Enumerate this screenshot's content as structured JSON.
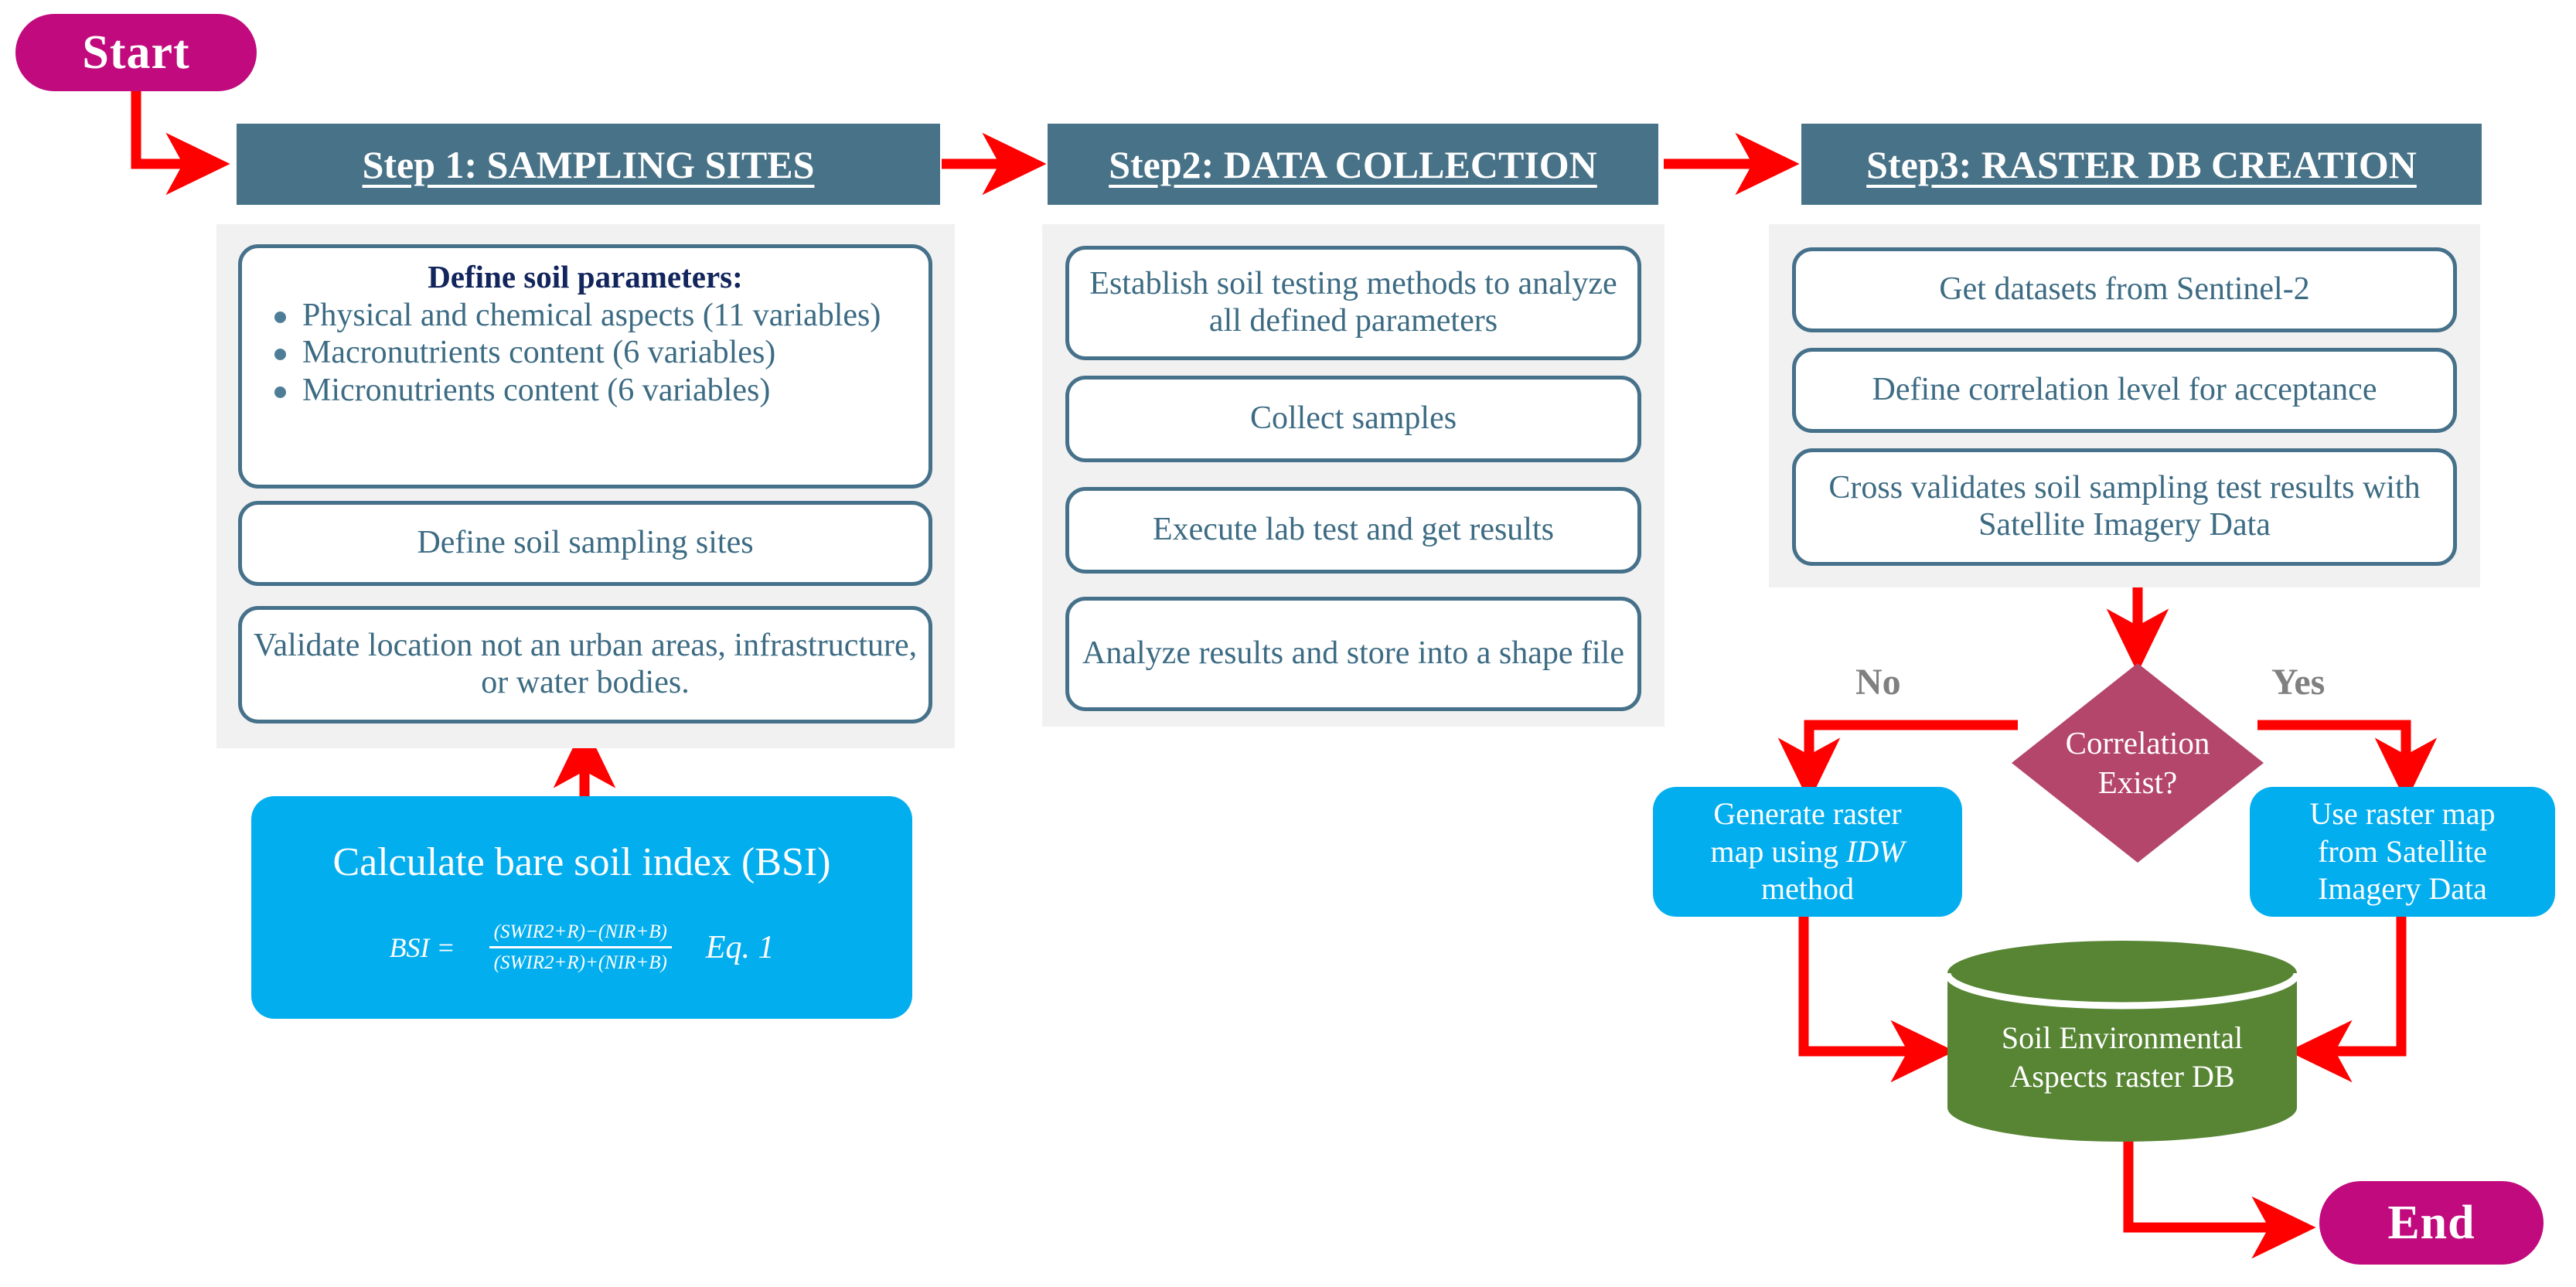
{
  "diagram": {
    "title": "Soil environmental aspects raster database workflow",
    "colors": {
      "terminator": "#C10A7D",
      "step_header": "#477287",
      "panel_bg": "#F1F1F1",
      "box_border": "#46718A",
      "box_text": "#3C6B83",
      "bullet_title": "#12255C",
      "process_blue": "#03AEEF",
      "decision_magenta": "#B4456B",
      "database_green": "#578534",
      "arrow_red": "#FE0000",
      "branch_label": "#808080"
    }
  },
  "start_node": {
    "label": "Start"
  },
  "end_node": {
    "label": "End"
  },
  "steps": [
    {
      "header": "Step 1: SAMPLING SITES",
      "boxes": [
        {
          "kind": "bullet-list",
          "title": "Define soil parameters:",
          "items": [
            "Physical and chemical aspects (11 variables)",
            "Macronutrients content (6 variables)",
            "Micronutrients content (6 variables)"
          ]
        },
        {
          "kind": "plain",
          "text": "Define soil sampling sites"
        },
        {
          "kind": "plain",
          "text": "Validate location not an urban areas, infrastructure, or water bodies."
        }
      ]
    },
    {
      "header": "Step2: DATA COLLECTION",
      "boxes": [
        {
          "kind": "plain",
          "text": "Establish soil testing methods to analyze all defined parameters"
        },
        {
          "kind": "plain",
          "text": "Collect samples"
        },
        {
          "kind": "plain",
          "text": "Execute lab test and get results"
        },
        {
          "kind": "plain",
          "text": "Analyze results and store into a shape file"
        }
      ]
    },
    {
      "header": "Step3: RASTER DB CREATION",
      "boxes": [
        {
          "kind": "plain",
          "text": "Get datasets from Sentinel-2"
        },
        {
          "kind": "plain",
          "text": "Define correlation level for acceptance"
        },
        {
          "kind": "plain",
          "text": "Cross validates soil sampling test results with Satellite Imagery Data"
        }
      ]
    }
  ],
  "bsi_box": {
    "title": "Calculate bare soil index (BSI)",
    "equation_lhs": "BSI =",
    "numerator": "(SWIR2+R)−(NIR+B)",
    "denominator": "(SWIR2+R)+(NIR+B)",
    "equation_number": "Eq. 1"
  },
  "decision": {
    "line1": "Correlation",
    "line2": "Exist?",
    "branch_no": "No",
    "branch_yes": "Yes"
  },
  "branch_boxes": {
    "no_branch": {
      "line1": "Generate raster",
      "line2_pre": "map using ",
      "line2_em": "IDW",
      "line3": "method"
    },
    "yes_branch": {
      "line1": "Use raster map",
      "line2": "from Satellite",
      "line3": "Imagery Data"
    }
  },
  "database": {
    "line1": "Soil Environmental",
    "line2": "Aspects raster DB"
  }
}
